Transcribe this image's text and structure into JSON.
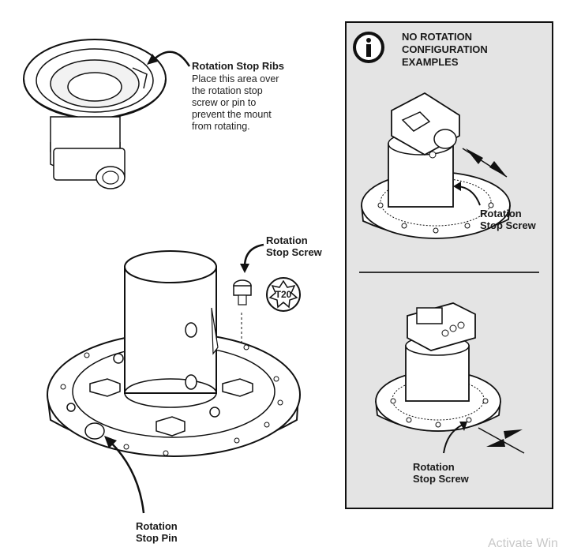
{
  "callouts": {
    "ribs": {
      "title": "Rotation Stop Ribs",
      "lines": [
        "Place this area over",
        "the rotation stop",
        "screw or pin to",
        "prevent the mount",
        "from rotating."
      ]
    },
    "stop_screw_top": {
      "lines": [
        "Rotation",
        "Stop Screw"
      ]
    },
    "torx_label": "T20",
    "stop_pin": {
      "lines": [
        "Rotation",
        "Stop Pin"
      ]
    }
  },
  "info_panel": {
    "icon": "info-icon",
    "title_lines": [
      "NO ROTATION",
      "CONFIGURATION",
      "EXAMPLES"
    ],
    "example_1_label": [
      "Rotation",
      "Stop Screw"
    ],
    "example_2_label": [
      "Rotation",
      "Stop Screw"
    ]
  },
  "watermark": "Activate Win",
  "colors": {
    "panel_bg": "#e4e4e4",
    "ink": "#1a1a1a"
  }
}
